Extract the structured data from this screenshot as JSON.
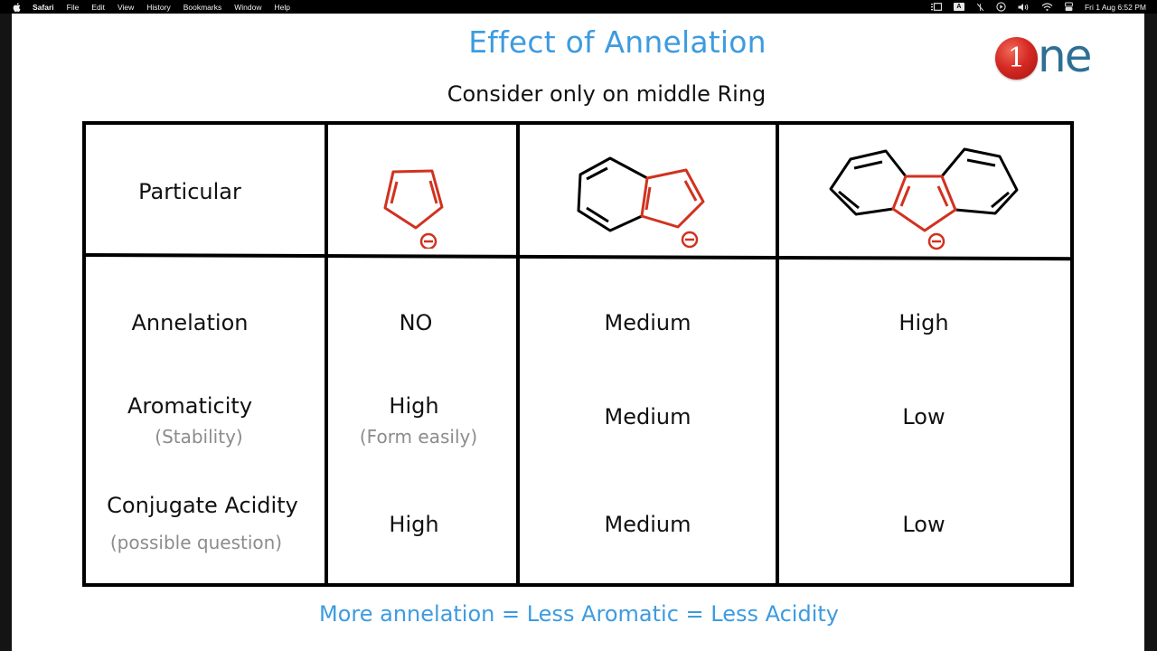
{
  "menubar": {
    "apple_icon": "apple-logo-icon",
    "items": [
      "Safari",
      "File",
      "Edit",
      "View",
      "History",
      "Bookmarks",
      "Window",
      "Help"
    ],
    "status_icons": [
      "display-mirror-icon",
      "input-source-icon",
      "bluetooth-off-icon",
      "play-circle-icon",
      "volume-icon",
      "wifi-icon",
      "battery-icon"
    ],
    "input_source_label": "A",
    "clock": "Fri 1 Aug  6:52 PM"
  },
  "slide": {
    "title": "Effect of Annelation",
    "subtitle": "Consider only on middle Ring",
    "logo": {
      "badge": "1",
      "text": "ne"
    },
    "colors": {
      "title_blue": "#3d9be0",
      "highlight_red": "#d1321f",
      "note_gray": "#8c8c8c",
      "logo_red": "#d62a24",
      "logo_teal": "#2f6f95"
    },
    "table": {
      "header": {
        "label": "Particular",
        "molecules": [
          {
            "name": "cyclopentadienyl-anion",
            "charge": "⊖"
          },
          {
            "name": "indenyl-anion",
            "charge": "⊖"
          },
          {
            "name": "fluorenyl-anion",
            "charge": "⊖"
          }
        ]
      },
      "rows": [
        {
          "label": "Annelation",
          "sublabel": "",
          "values": [
            {
              "main": "NO",
              "sub": ""
            },
            {
              "main": "Medium",
              "sub": ""
            },
            {
              "main": "High",
              "sub": ""
            }
          ]
        },
        {
          "label": "Aromaticity",
          "sublabel": "(Stability)",
          "values": [
            {
              "main": "High",
              "sub": "(Form easily)"
            },
            {
              "main": "Medium",
              "sub": ""
            },
            {
              "main": "Low",
              "sub": ""
            }
          ]
        },
        {
          "label": "Conjugate Acidity",
          "sublabel": "(possible question)",
          "values": [
            {
              "main": "High",
              "sub": ""
            },
            {
              "main": "Medium",
              "sub": ""
            },
            {
              "main": "Low",
              "sub": ""
            }
          ]
        }
      ]
    },
    "footer": "More annelation = Less Aromatic = Less Acidity"
  }
}
